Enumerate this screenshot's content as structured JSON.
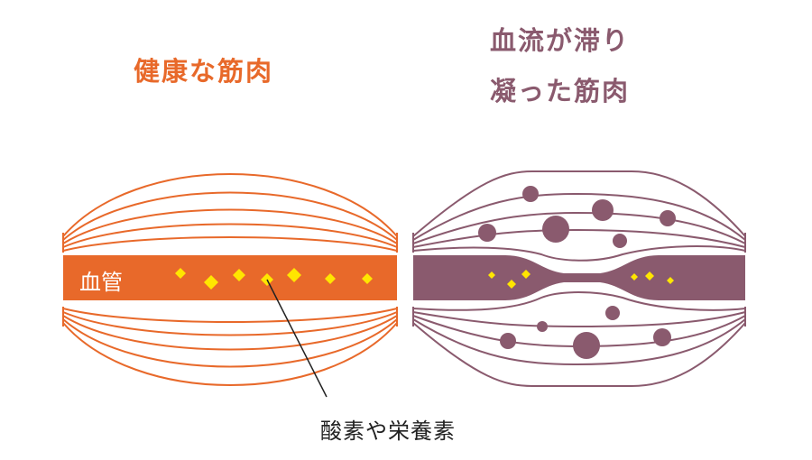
{
  "titles": {
    "healthy": "健康な筋肉",
    "stagnant_line1": "血流が滞り",
    "stagnant_line2": "凝った筋肉"
  },
  "labels": {
    "vessel": "血管",
    "callout": "酸素や栄養素"
  },
  "colors": {
    "healthy": "#e8692a",
    "stagnant": "#8a5a6e",
    "nutrient": "#ffe600",
    "background": "#ffffff"
  }
}
